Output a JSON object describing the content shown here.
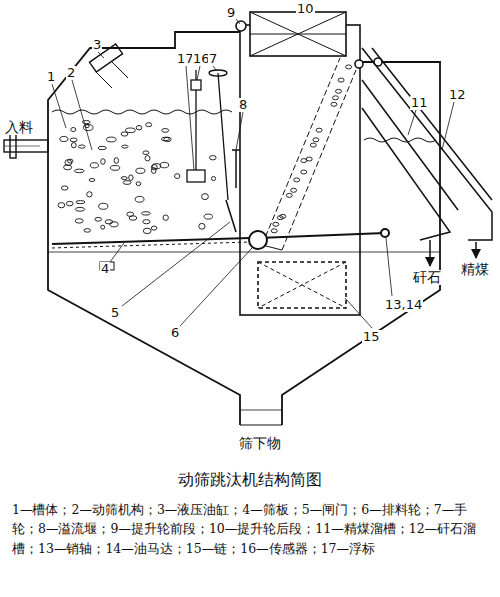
{
  "diagram": {
    "caption": "动筛跳汰机结构简图",
    "labels": [
      "入料",
      "1",
      "2",
      "3",
      "17",
      "16",
      "7",
      "9",
      "10",
      "8",
      "11",
      "12",
      "矸石",
      "精煤",
      "4",
      "5",
      "6",
      "13,14",
      "15",
      "筛下物",
      "1—槽体；",
      "2—动筛机构；",
      "3—液压油缸；",
      "4—筛板；",
      "5—闸门；",
      "6—排料轮；",
      "7—手轮；",
      "8—溢流堰；",
      "9—提升轮前段；",
      "10—提升轮后段；",
      "11—精煤溜槽；",
      "12—矸石溜槽；",
      "13—销轴；",
      "14—油马达；",
      "15—链；",
      "16—传感器；",
      "17—浮标"
    ]
  }
}
